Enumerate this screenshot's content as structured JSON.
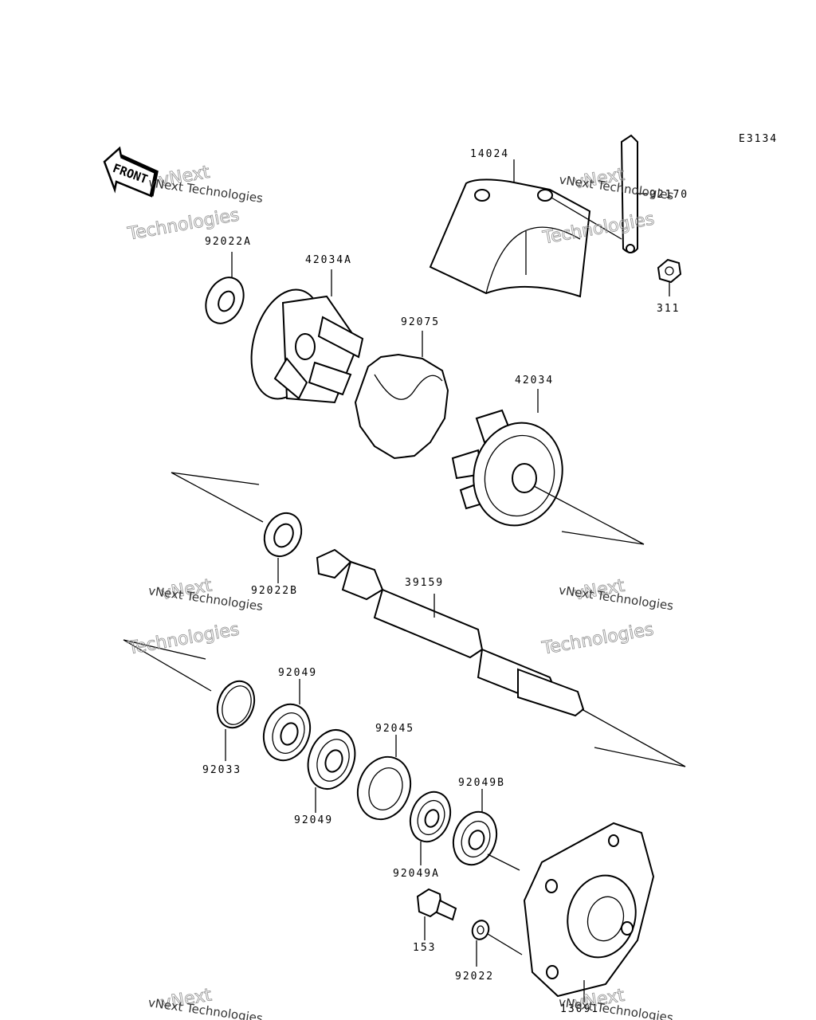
{
  "diagram_code": "E3134",
  "front_label": "FRONT",
  "watermark": {
    "line1": "vNext Technologies",
    "line2": "vNext",
    "line3": "Technologies"
  },
  "parts": [
    {
      "id": "14024",
      "label": "14024"
    },
    {
      "id": "92170",
      "label": "92170"
    },
    {
      "id": "311",
      "label": "311"
    },
    {
      "id": "92022A",
      "label": "92022A"
    },
    {
      "id": "42034A",
      "label": "42034A"
    },
    {
      "id": "92075",
      "label": "92075"
    },
    {
      "id": "42034",
      "label": "42034"
    },
    {
      "id": "92022B",
      "label": "92022B"
    },
    {
      "id": "39159",
      "label": "39159"
    },
    {
      "id": "92049-top",
      "label": "92049"
    },
    {
      "id": "92033",
      "label": "92033"
    },
    {
      "id": "92049-bottom",
      "label": "92049"
    },
    {
      "id": "92045",
      "label": "92045"
    },
    {
      "id": "92049B",
      "label": "92049B"
    },
    {
      "id": "92049A",
      "label": "92049A"
    },
    {
      "id": "153",
      "label": "153"
    },
    {
      "id": "92022",
      "label": "92022"
    },
    {
      "id": "13091",
      "label": "13091"
    }
  ]
}
